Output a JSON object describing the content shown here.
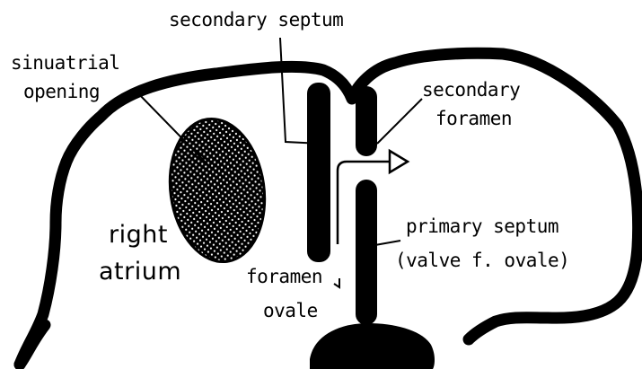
{
  "labels": {
    "secondary_septum": "secondary septum",
    "sinuatrial_opening_line1": "sinuatrial",
    "sinuatrial_opening_line2": "opening",
    "secondary_foramen_line1": "secondary",
    "secondary_foramen_line2": "foramen",
    "right_atrium_line1": "right",
    "right_atrium_line2": "atrium",
    "primary_septum_line1": "primary septum",
    "primary_septum_line2": "(valve f. ovale)",
    "foramen_ovale_line1": "foramen",
    "foramen_ovale_line2": "ovale"
  },
  "colors": {
    "ink": "#000000",
    "background": "#ffffff"
  }
}
